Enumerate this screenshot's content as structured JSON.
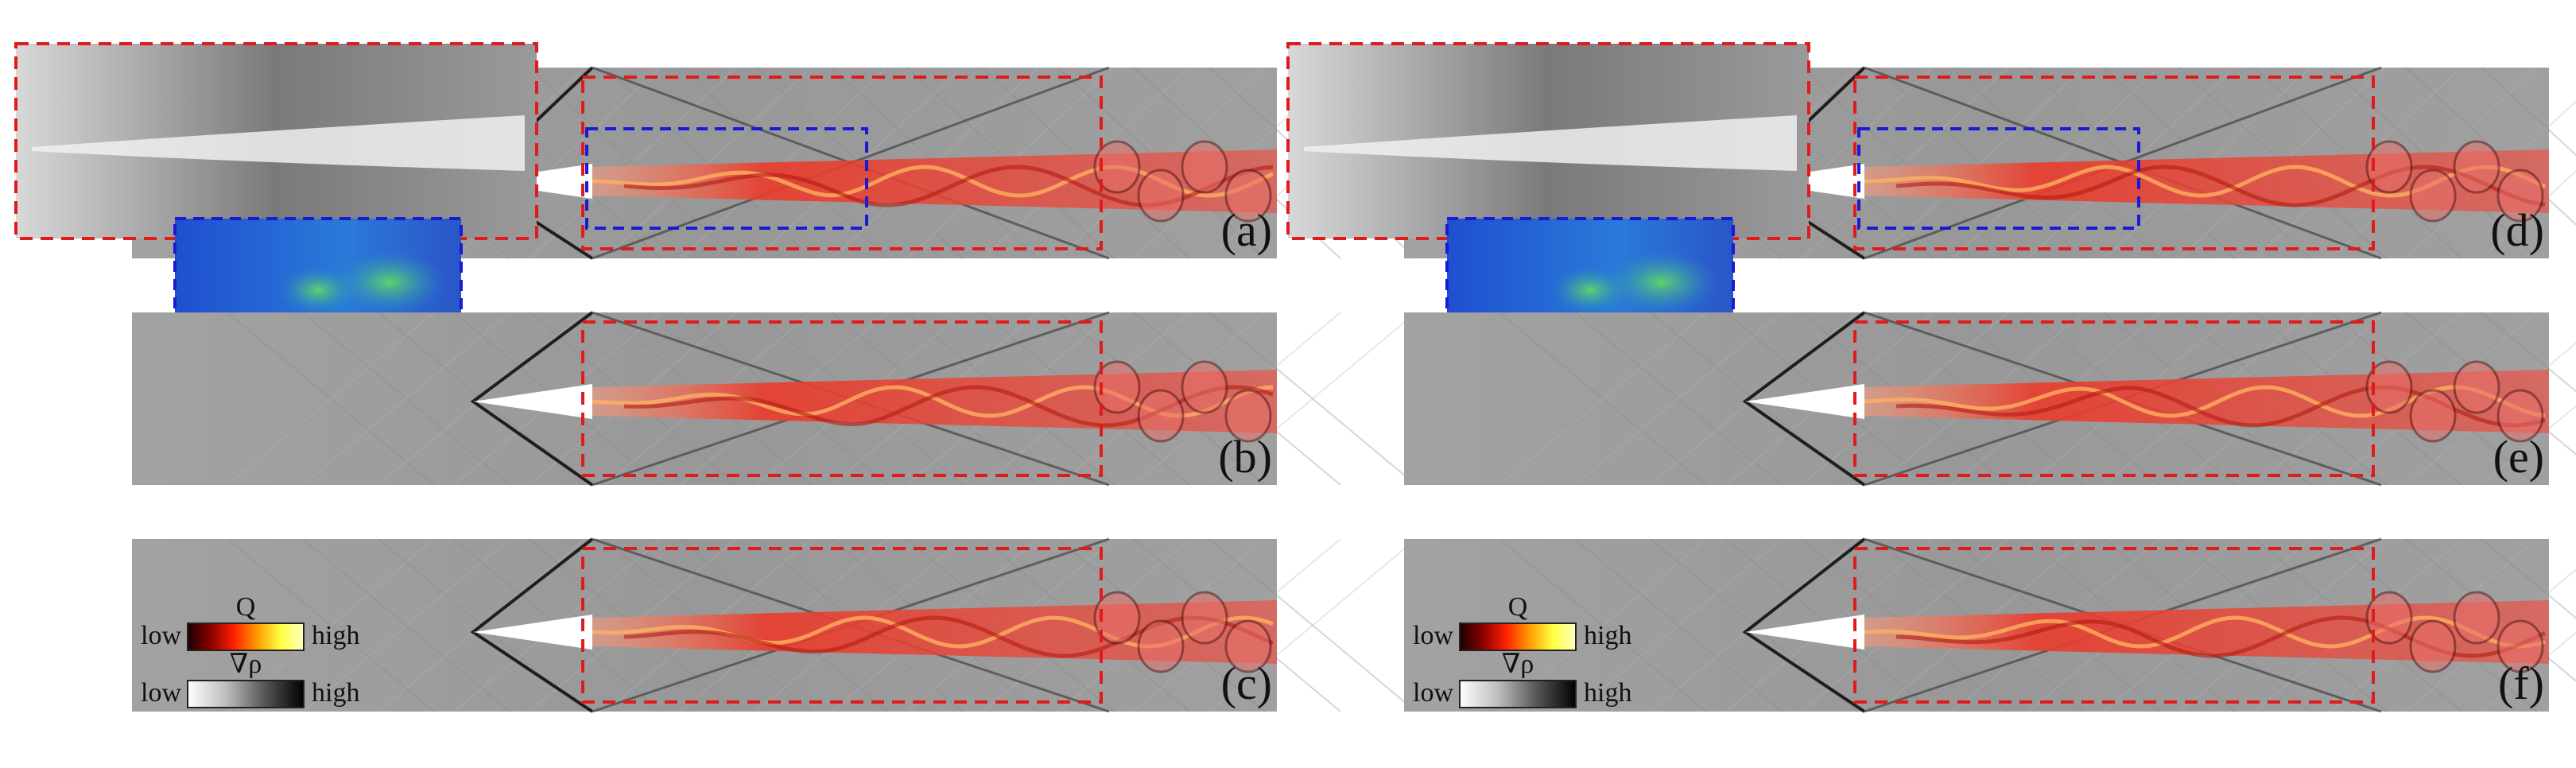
{
  "figure": {
    "panels": [
      {
        "id": "a",
        "label": "(a)",
        "has_experiment_inset": true,
        "has_legend": false
      },
      {
        "id": "b",
        "label": "(b)",
        "has_experiment_inset": false,
        "has_legend": false
      },
      {
        "id": "c",
        "label": "(c)",
        "has_experiment_inset": false,
        "has_legend": true
      },
      {
        "id": "d",
        "label": "(d)",
        "has_experiment_inset": true,
        "has_legend": false
      },
      {
        "id": "e",
        "label": "(e)",
        "has_experiment_inset": false,
        "has_legend": false
      },
      {
        "id": "f",
        "label": "(f)",
        "has_experiment_inset": false,
        "has_legend": true
      }
    ],
    "legend": {
      "q_symbol": "Q",
      "grad_symbol": "∇ρ",
      "low": "low",
      "high": "high",
      "q_colormap": [
        "#1a0000",
        "#8a0000",
        "#ff2000",
        "#ff9a00",
        "#ffff40",
        "#ffffc0"
      ],
      "grad_colormap": [
        "#ffffff",
        "#bdbdbd",
        "#555555",
        "#000000"
      ]
    },
    "colors": {
      "background_field": "#9c9c9c",
      "shock_line": "#1e1e1e",
      "red_box": "#e01b1b",
      "blue_box": "#1a1ad6",
      "flame": "#e8483a",
      "flame_core": "#ffb060",
      "experiment_inset_tint": "#2a55c8"
    },
    "icons": {
      "wedge": "triangle-wedge-icon",
      "colorbar": "gradient-bar-icon"
    }
  }
}
